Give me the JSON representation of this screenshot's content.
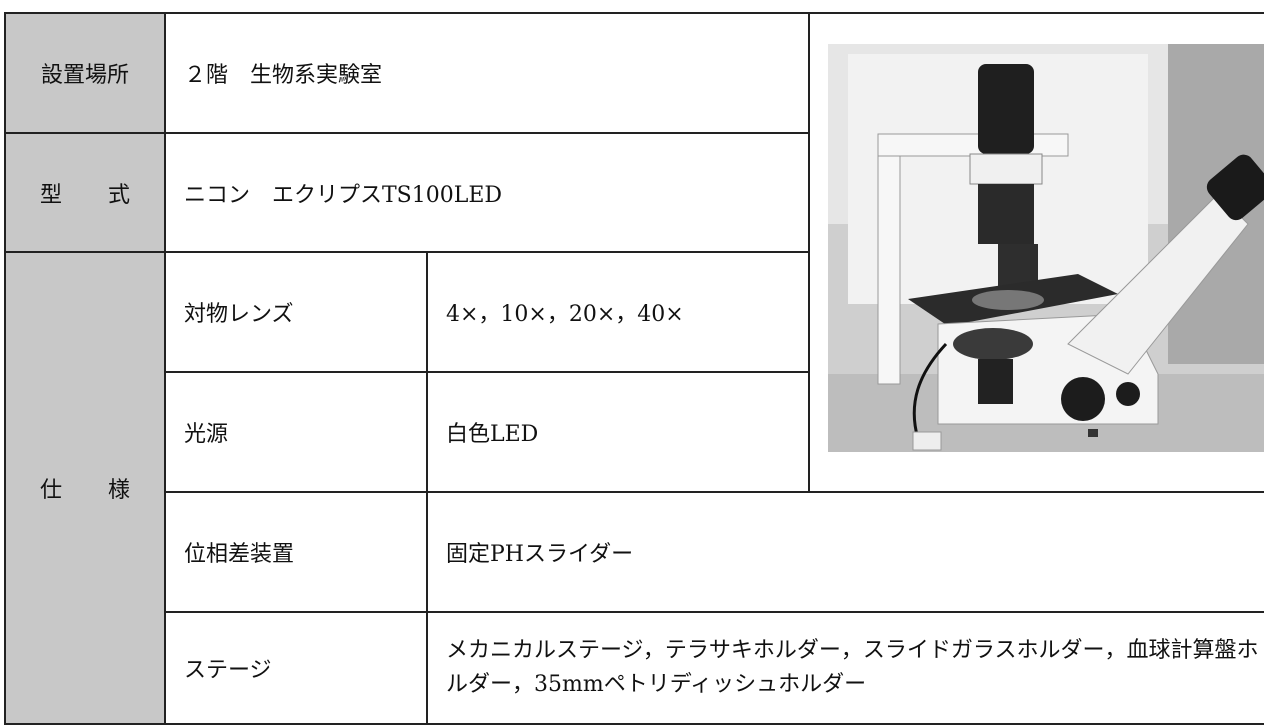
{
  "header_fragment": "",
  "labels": {
    "location": "設置場所",
    "model_a": "型",
    "model_b": "式",
    "spec_a": "仕",
    "spec_b": "様"
  },
  "values": {
    "location": "２階　生物系実験室",
    "model": "ニコン　エクリプスTS100LED"
  },
  "spec_rows": [
    {
      "name": "対物レンズ",
      "value": "4×，10×，20×，40×"
    },
    {
      "name": "光源",
      "value": "白色LED"
    },
    {
      "name": "位相差装置",
      "value": "固定PHスライダー"
    },
    {
      "name": "ステージ",
      "value": "メカニカルステージ，テラサキホルダー，スライドガラスホルダー，血球計算盤ホルダー，35mmペトリディッシュホルダー"
    }
  ],
  "photo": {
    "icon": "microscope-photo"
  }
}
